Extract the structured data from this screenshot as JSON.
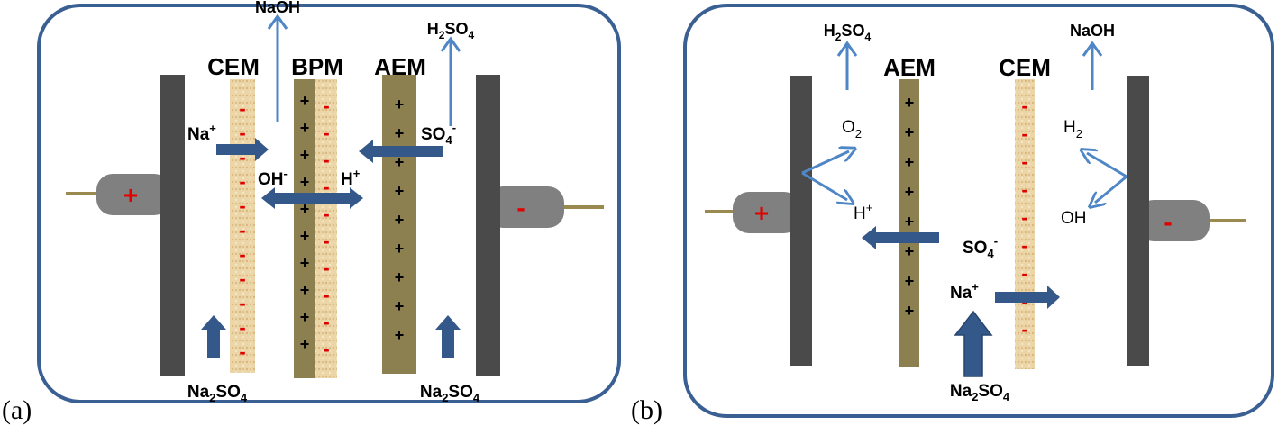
{
  "panel_a": {
    "tag": "(a)",
    "membranes": {
      "cem": "CEM",
      "bpm": "BPM",
      "aem": "AEM"
    },
    "anode_sign": "+",
    "cathode_sign": "-",
    "products": {
      "left": "NaOH",
      "right_base": "H",
      "right_sub": "2",
      "right_rest": "SO",
      "right_sub2": "4"
    },
    "ions": {
      "na": "Na",
      "na_sup": "+",
      "so4": "SO",
      "so4_sub": "4",
      "so4_sup": "-",
      "oh": "OH",
      "oh_sup": "-",
      "h": "H",
      "h_sup": "+"
    },
    "feed": {
      "base": "Na",
      "sub": "2",
      "rest": "SO",
      "sub2": "4"
    }
  },
  "panel_b": {
    "tag": "(b)",
    "membranes": {
      "aem": "AEM",
      "cem": "CEM"
    },
    "anode_sign": "+",
    "cathode_sign": "-",
    "products": {
      "left_base": "H",
      "left_sub": "2",
      "left_rest": "SO",
      "left_sub2": "4",
      "right": "NaOH"
    },
    "gases": {
      "o2": "O",
      "o2_sub": "2",
      "h_ion": "H",
      "h_ion_sup": "+",
      "h2": "H",
      "h2_sub": "2",
      "oh": "OH",
      "oh_sup": "-"
    },
    "ions": {
      "so4": "SO",
      "so4_sub": "4",
      "so4_sup": "-",
      "na": "Na",
      "na_sup": "+"
    },
    "feed": {
      "base": "Na",
      "sub": "2",
      "rest": "SO",
      "sub2": "4"
    }
  },
  "colors": {
    "frame": "#3a5f93",
    "electrode": "#4a4a4a",
    "aem": "#8c8050",
    "cem": "#ecd6a8",
    "arrow_dark": "#35588a",
    "arrow_light": "#4f86c6",
    "wire": "#9a8a50",
    "connector": "#808080"
  }
}
